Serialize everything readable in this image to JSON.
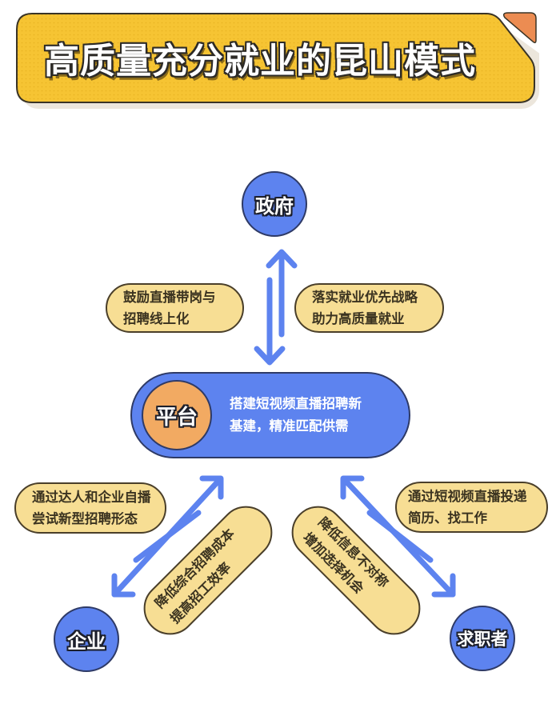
{
  "header": {
    "title": "高质量充分就业的昆山模式"
  },
  "colors": {
    "banner_yellow": "#f6c433",
    "banner_tab_orange": "#ec8c52",
    "node_blue": "#5d83ef",
    "arrow_blue": "#5d83ef",
    "platform_orange": "#f2aa62",
    "pill_fill": "#f7de94",
    "outline": "#2e3a66"
  },
  "nodes": {
    "government": "政府",
    "platform": "平台",
    "enterprise": "企业",
    "job_seeker": "求职者"
  },
  "platform": {
    "description_lines": [
      "搭建短视频直播招聘新",
      "基建，精准匹配供需"
    ]
  },
  "relations": {
    "platform_to_government": {
      "lines": [
        "鼓励直播带岗与",
        "招聘线上化"
      ]
    },
    "government_to_platform": {
      "lines": [
        "落实就业优先战略",
        "助力高质量就业"
      ]
    },
    "enterprise_to_platform": {
      "lines": [
        "通过达人和企业自播",
        "尝试新型招聘形态"
      ]
    },
    "platform_to_enterprise": {
      "lines": [
        "降低综合招聘成本",
        "提高招工效率"
      ]
    },
    "platform_to_job_seeker": {
      "lines": [
        "降低信息不对称",
        "增加选择机会"
      ]
    },
    "job_seeker_to_platform": {
      "lines": [
        "通过短视频直播投递",
        "简历、找工作"
      ]
    }
  }
}
